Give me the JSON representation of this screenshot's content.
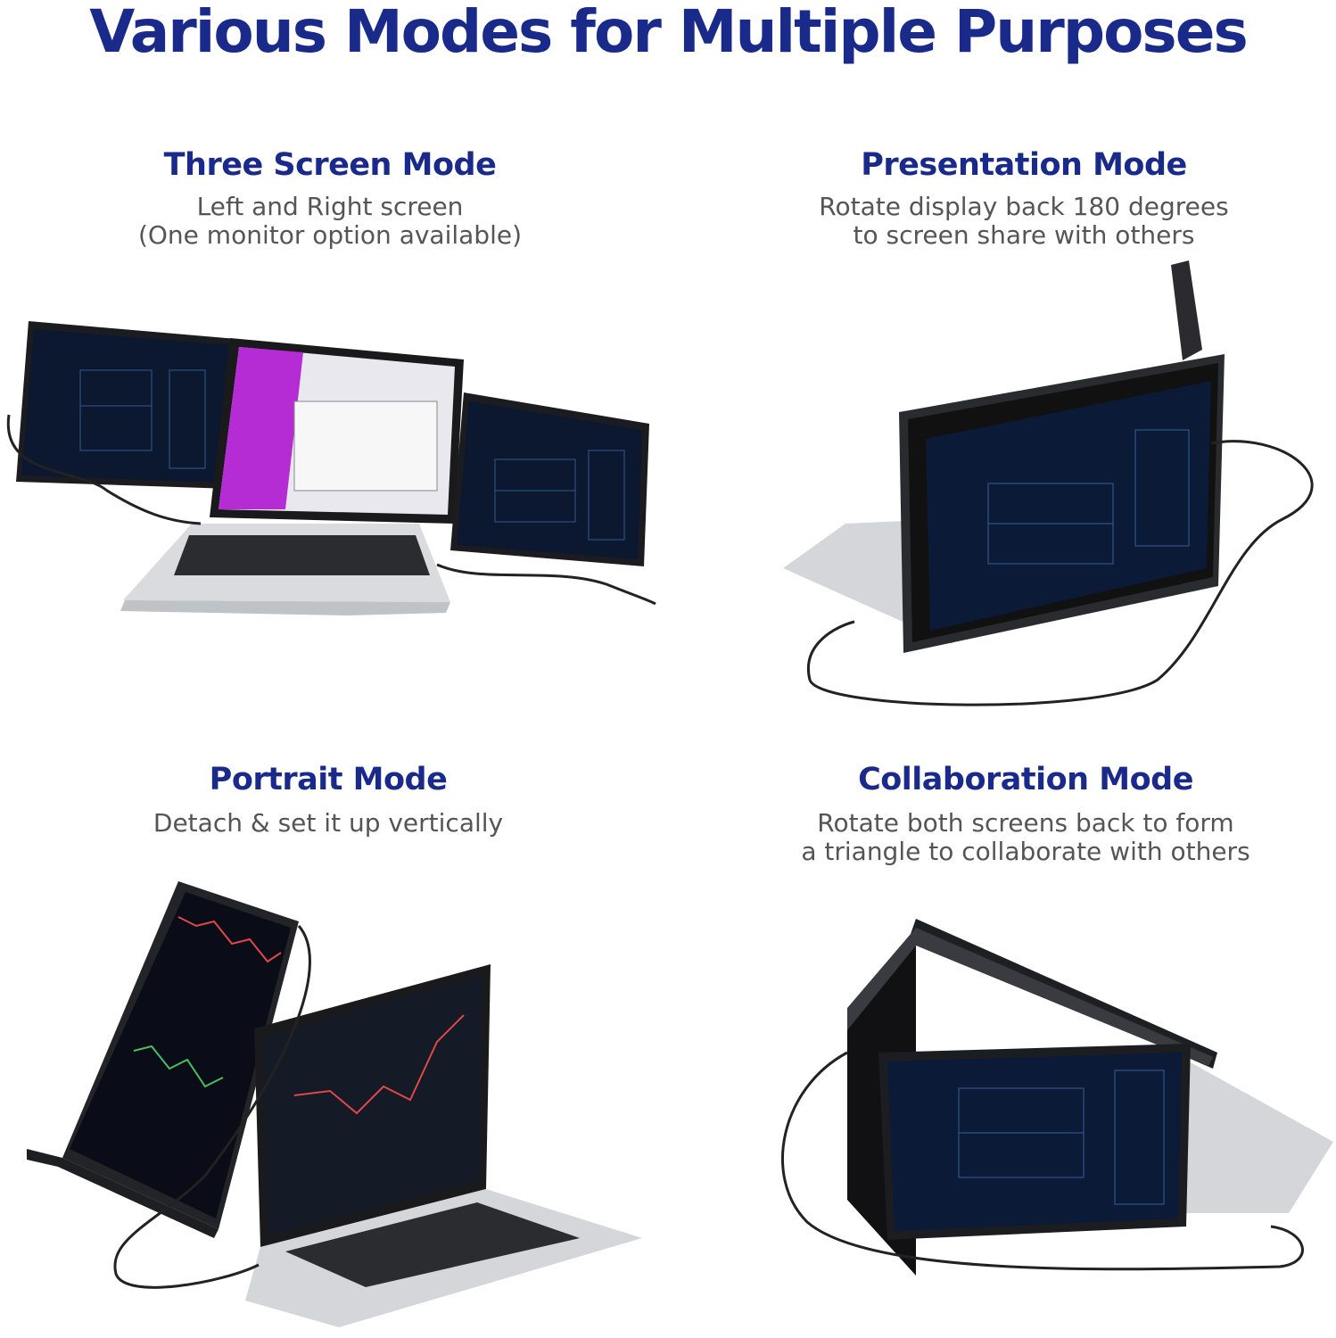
{
  "page": {
    "title": "Various Modes for Multiple Purposes",
    "title_color": "#1a2a8a"
  },
  "modes": [
    {
      "title": "Three Screen Mode",
      "description": "Left and Right screen\n(One monitor option available)",
      "image_icon": "three-screen-laptop-illustration"
    },
    {
      "title": "Presentation Mode",
      "description": "Rotate display back 180 degrees\nto screen share with others",
      "image_icon": "presentation-monitor-illustration"
    },
    {
      "title": "Portrait Mode",
      "description": "Detach & set it up vertically",
      "image_icon": "portrait-monitor-illustration"
    },
    {
      "title": "Collaboration Mode",
      "description": "Rotate both screens back to form\na triangle to collaborate with others",
      "image_icon": "collaboration-monitor-illustration"
    }
  ]
}
